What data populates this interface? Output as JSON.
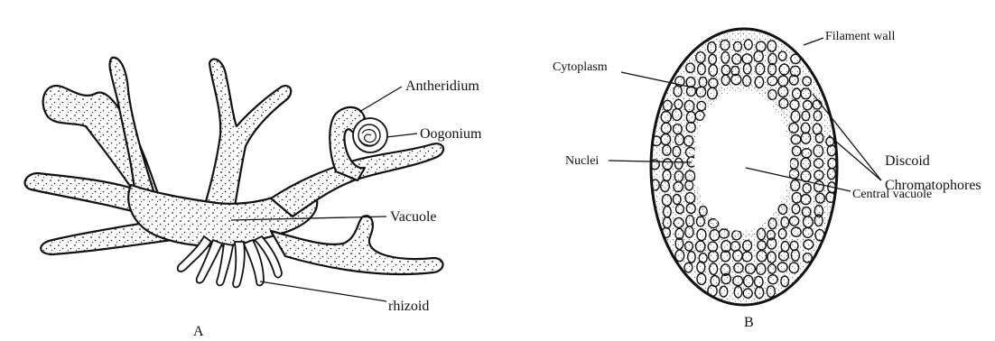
{
  "figure_a": {
    "panel_label": "A",
    "labels": {
      "antheridium": "Antheridium",
      "oogonium": "Oogonium",
      "vacuole": "Vacuole",
      "rhizoid": "rhizoid"
    }
  },
  "figure_b": {
    "panel_label": "B",
    "labels": {
      "filament_wall": "Filament wall",
      "cytoplasm": "Cytoplasm",
      "discoid": "Discoid",
      "chromatophores": "Chromatophores",
      "nuclei": "Nuclei",
      "central_vacuole": "Central vacuole"
    }
  }
}
